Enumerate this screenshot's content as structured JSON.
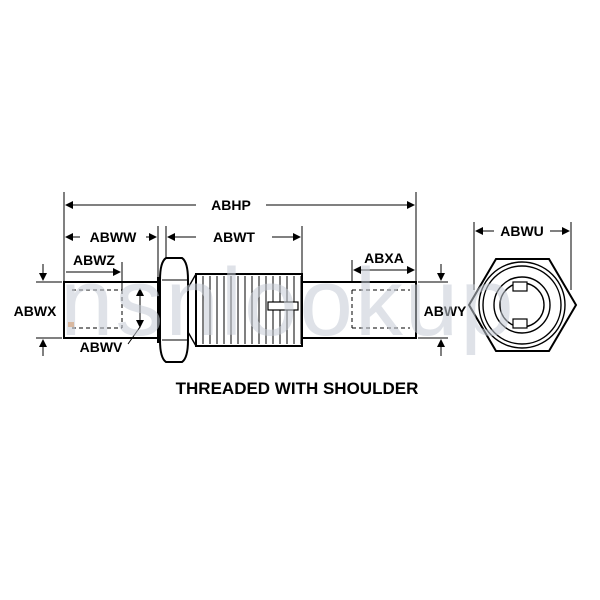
{
  "labels": {
    "abhp": "ABHP",
    "abww": "ABWW",
    "abwt": "ABWT",
    "abwz": "ABWZ",
    "abxa": "ABXA",
    "abwx": "ABWX",
    "abwy": "ABWY",
    "abwv": "ABWV",
    "abwu": "ABWU"
  },
  "caption": "THREADED WITH SHOULDER",
  "watermark": "nsnlookup",
  "colors": {
    "ink": "#000000",
    "watermark": "#c5ccd6",
    "accent_dot": "#f0a060"
  }
}
